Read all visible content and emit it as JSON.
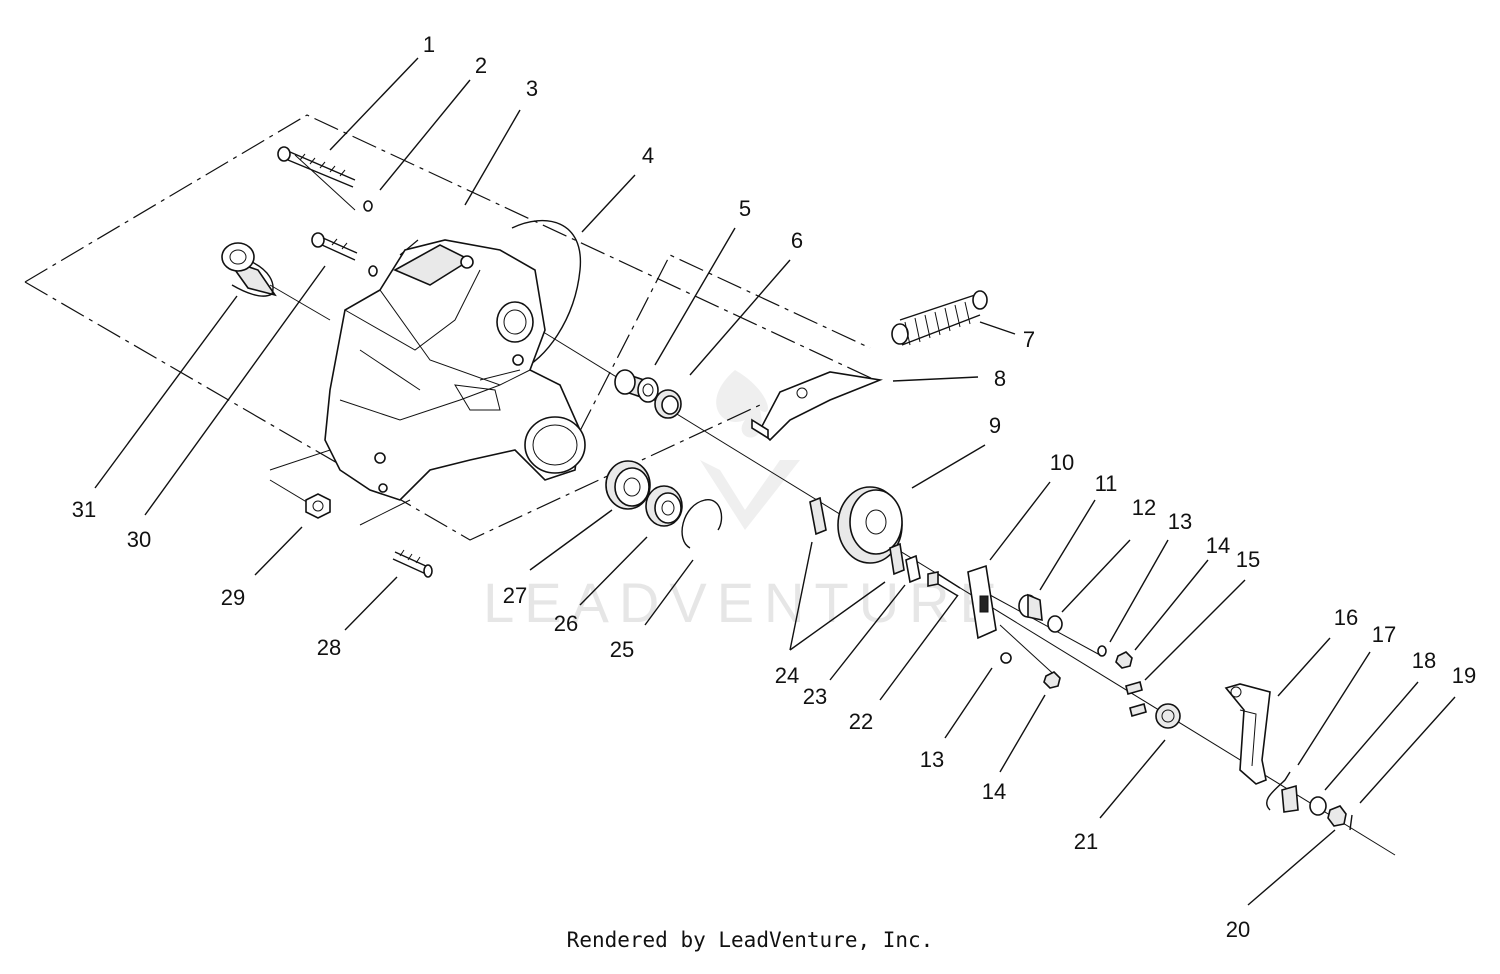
{
  "footer": "Rendered by LeadVenture, Inc.",
  "watermark": "LEADVENTURE",
  "callouts": [
    "1",
    "2",
    "3",
    "4",
    "5",
    "6",
    "7",
    "8",
    "9",
    "10",
    "11",
    "12",
    "13",
    "14",
    "15",
    "16",
    "17",
    "18",
    "19",
    "20",
    "21",
    "22",
    "23",
    "24",
    "25",
    "26",
    "27",
    "28",
    "29",
    "30",
    "31",
    "13",
    "14"
  ]
}
